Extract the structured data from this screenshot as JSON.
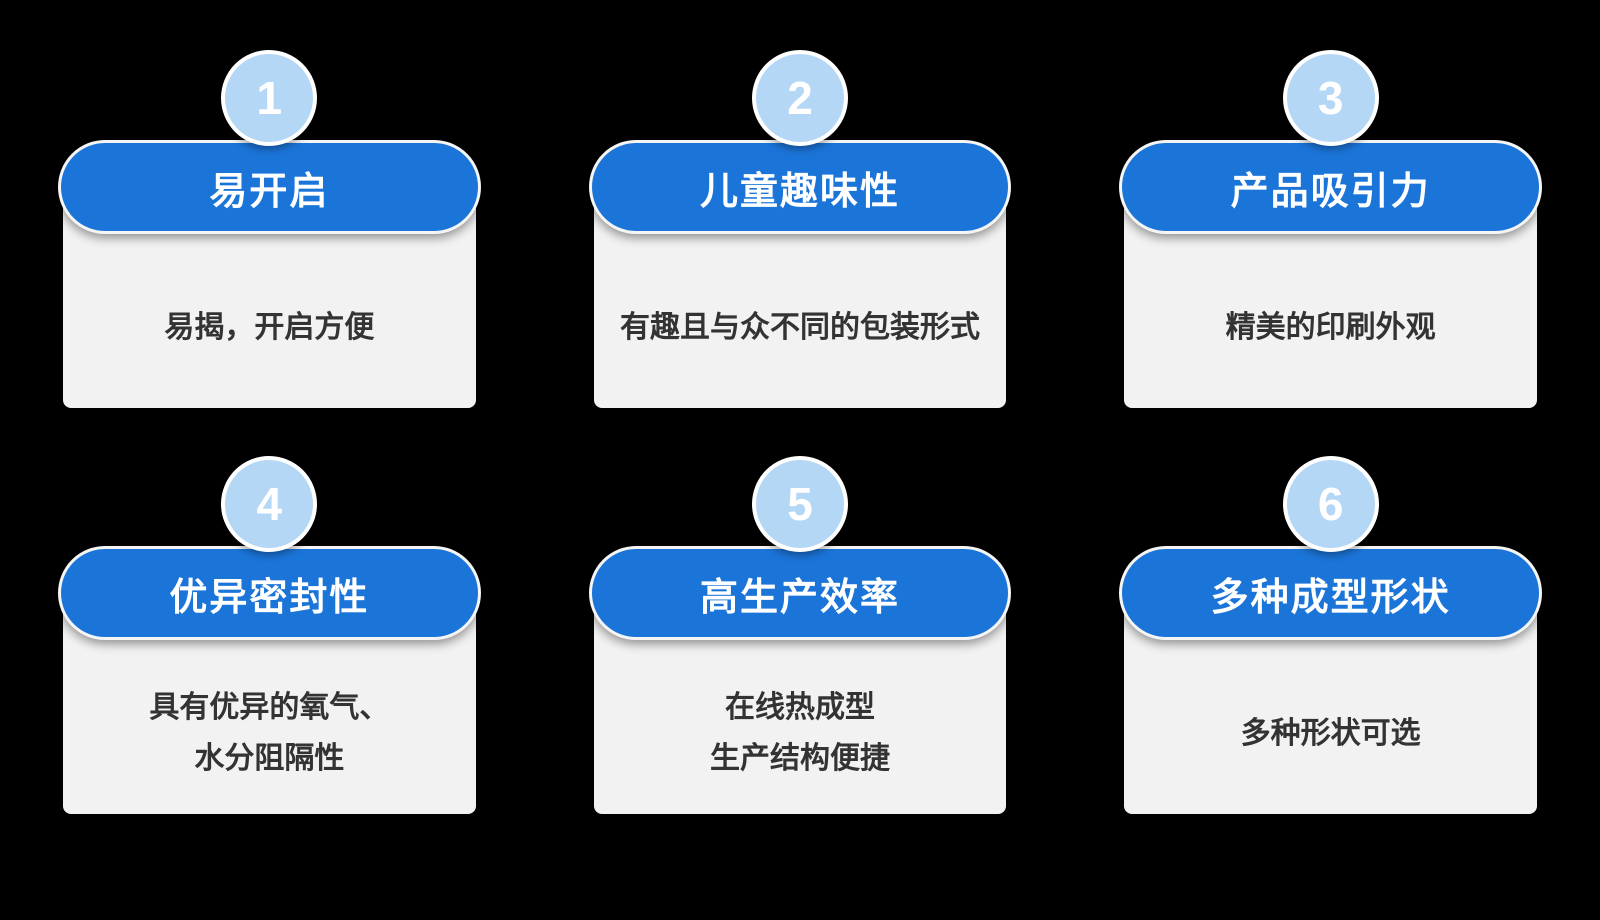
{
  "diagram": {
    "type": "feature-cards",
    "layout": "2 rows x 3 columns",
    "colors": {
      "background": "#000000",
      "pill_blue": "#1b74d8",
      "circle_light_blue": "#b5d7f6",
      "card_body_gray": "#f2f2f2",
      "title_text": "#ffffff",
      "body_text": "#333333"
    },
    "cards": [
      {
        "number": "1",
        "title": "易开启",
        "desc": "易揭，开启方便"
      },
      {
        "number": "2",
        "title": "儿童趣味性",
        "desc": "有趣且与众不同的包装形式"
      },
      {
        "number": "3",
        "title": "产品吸引力",
        "desc": "精美的印刷外观"
      },
      {
        "number": "4",
        "title": "优异密封性",
        "desc": "具有优异的氧气、\n水分阻隔性"
      },
      {
        "number": "5",
        "title": "高生产效率",
        "desc": "在线热成型\n生产结构便捷"
      },
      {
        "number": "6",
        "title": "多种成型形状",
        "desc": "多种形状可选"
      }
    ]
  }
}
